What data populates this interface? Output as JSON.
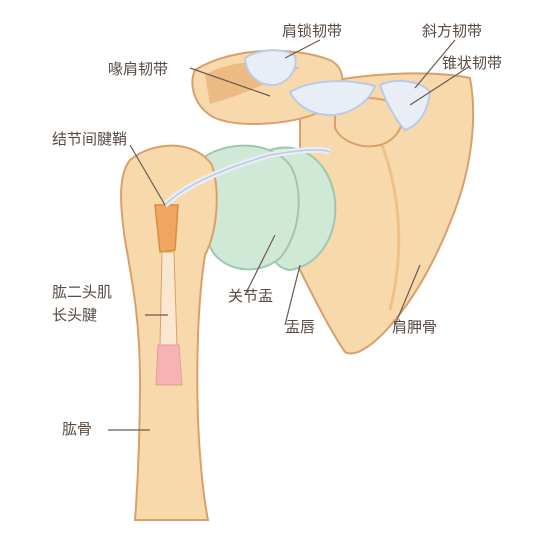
{
  "labels": {
    "acromioclavicular": "肩锁韧带",
    "trapezoid": "斜方韧带",
    "coracoacromial": "喙肩韧带",
    "conoid": "锥状韧带",
    "bicipital_sheath": "结节间腱鞘",
    "biceps_line1": "肱二头肌",
    "biceps_line2": "长头腱",
    "glenoid": "关节盂",
    "labrum": "盂唇",
    "scapula": "肩胛骨",
    "humerus": "肱骨"
  },
  "colors": {
    "bone_fill": "#f7d9ac",
    "bone_dark": "#eab57c",
    "bone_outline": "#d9a06a",
    "cartilage": "#cfe9d6",
    "ligament": "#e9eef6",
    "ligament_blue": "#b9cbe6",
    "tendon_orange": "#f0a660",
    "tendon_pink": "#f6b3b3",
    "label_text": "#5a4a42",
    "leader_line": "#6b5a52"
  }
}
